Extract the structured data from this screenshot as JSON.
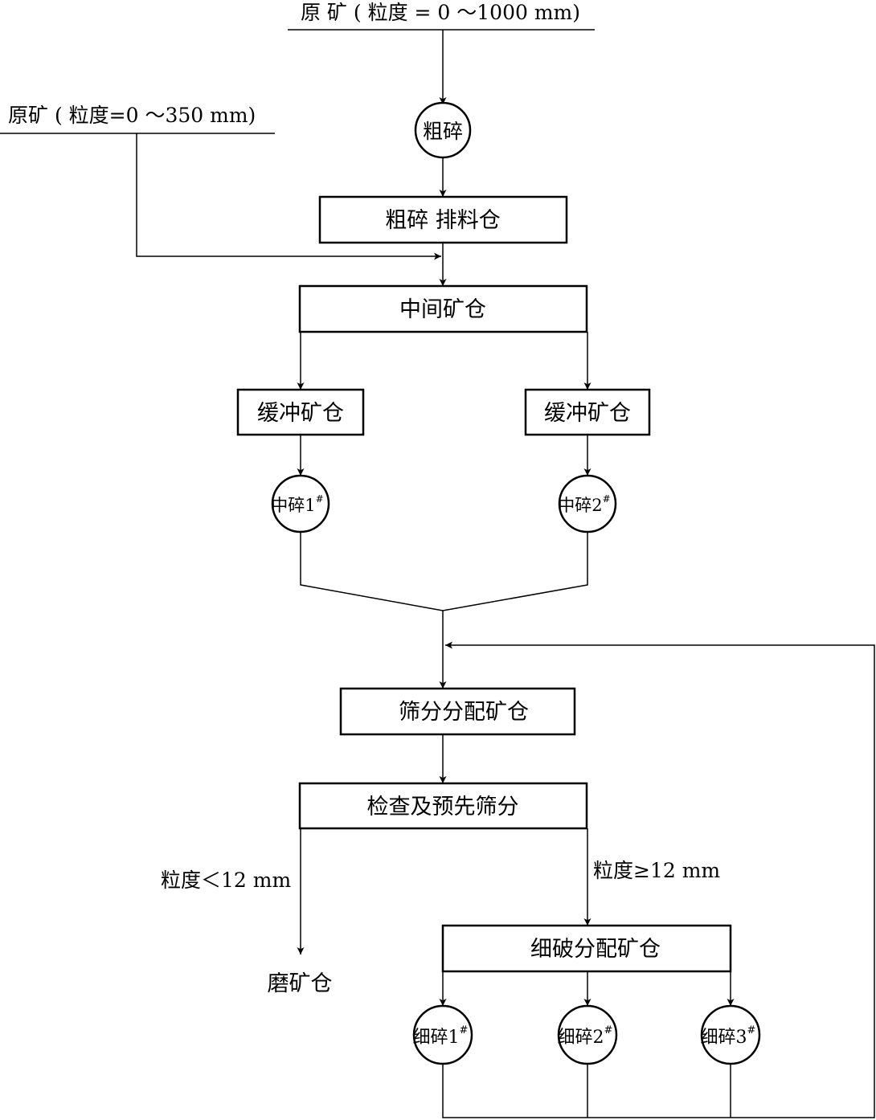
{
  "inputs": {
    "ore_main": "原 矿 ( 粒度 = 0 ～1000 mm)",
    "ore_side": "原矿 ( 粒度=0 ～350 mm)"
  },
  "nodes": {
    "coarse_crusher": "粗碎",
    "coarse_discharge_bin": "粗碎 排料仓",
    "intermediate_bin": "中间矿仓",
    "buffer_bin_left": "缓冲矿仓",
    "buffer_bin_right": "缓冲矿仓",
    "medium_crusher_1": "中碎1",
    "medium_crusher_2": "中碎2",
    "screening_distribution_bin": "筛分分配矿仓",
    "inspection_screening": "检查及预先筛分",
    "fine_distribution_bin": "细破分配矿仓",
    "fine_crusher_1": "细碎1",
    "fine_crusher_2": "细碎2",
    "fine_crusher_3": "细碎3",
    "grinding_bin": "磨矿仓"
  },
  "unit_mark": "#",
  "edge_labels": {
    "fine_fraction": "粒度＜12 mm",
    "coarse_fraction": "粒度≥12 mm"
  }
}
